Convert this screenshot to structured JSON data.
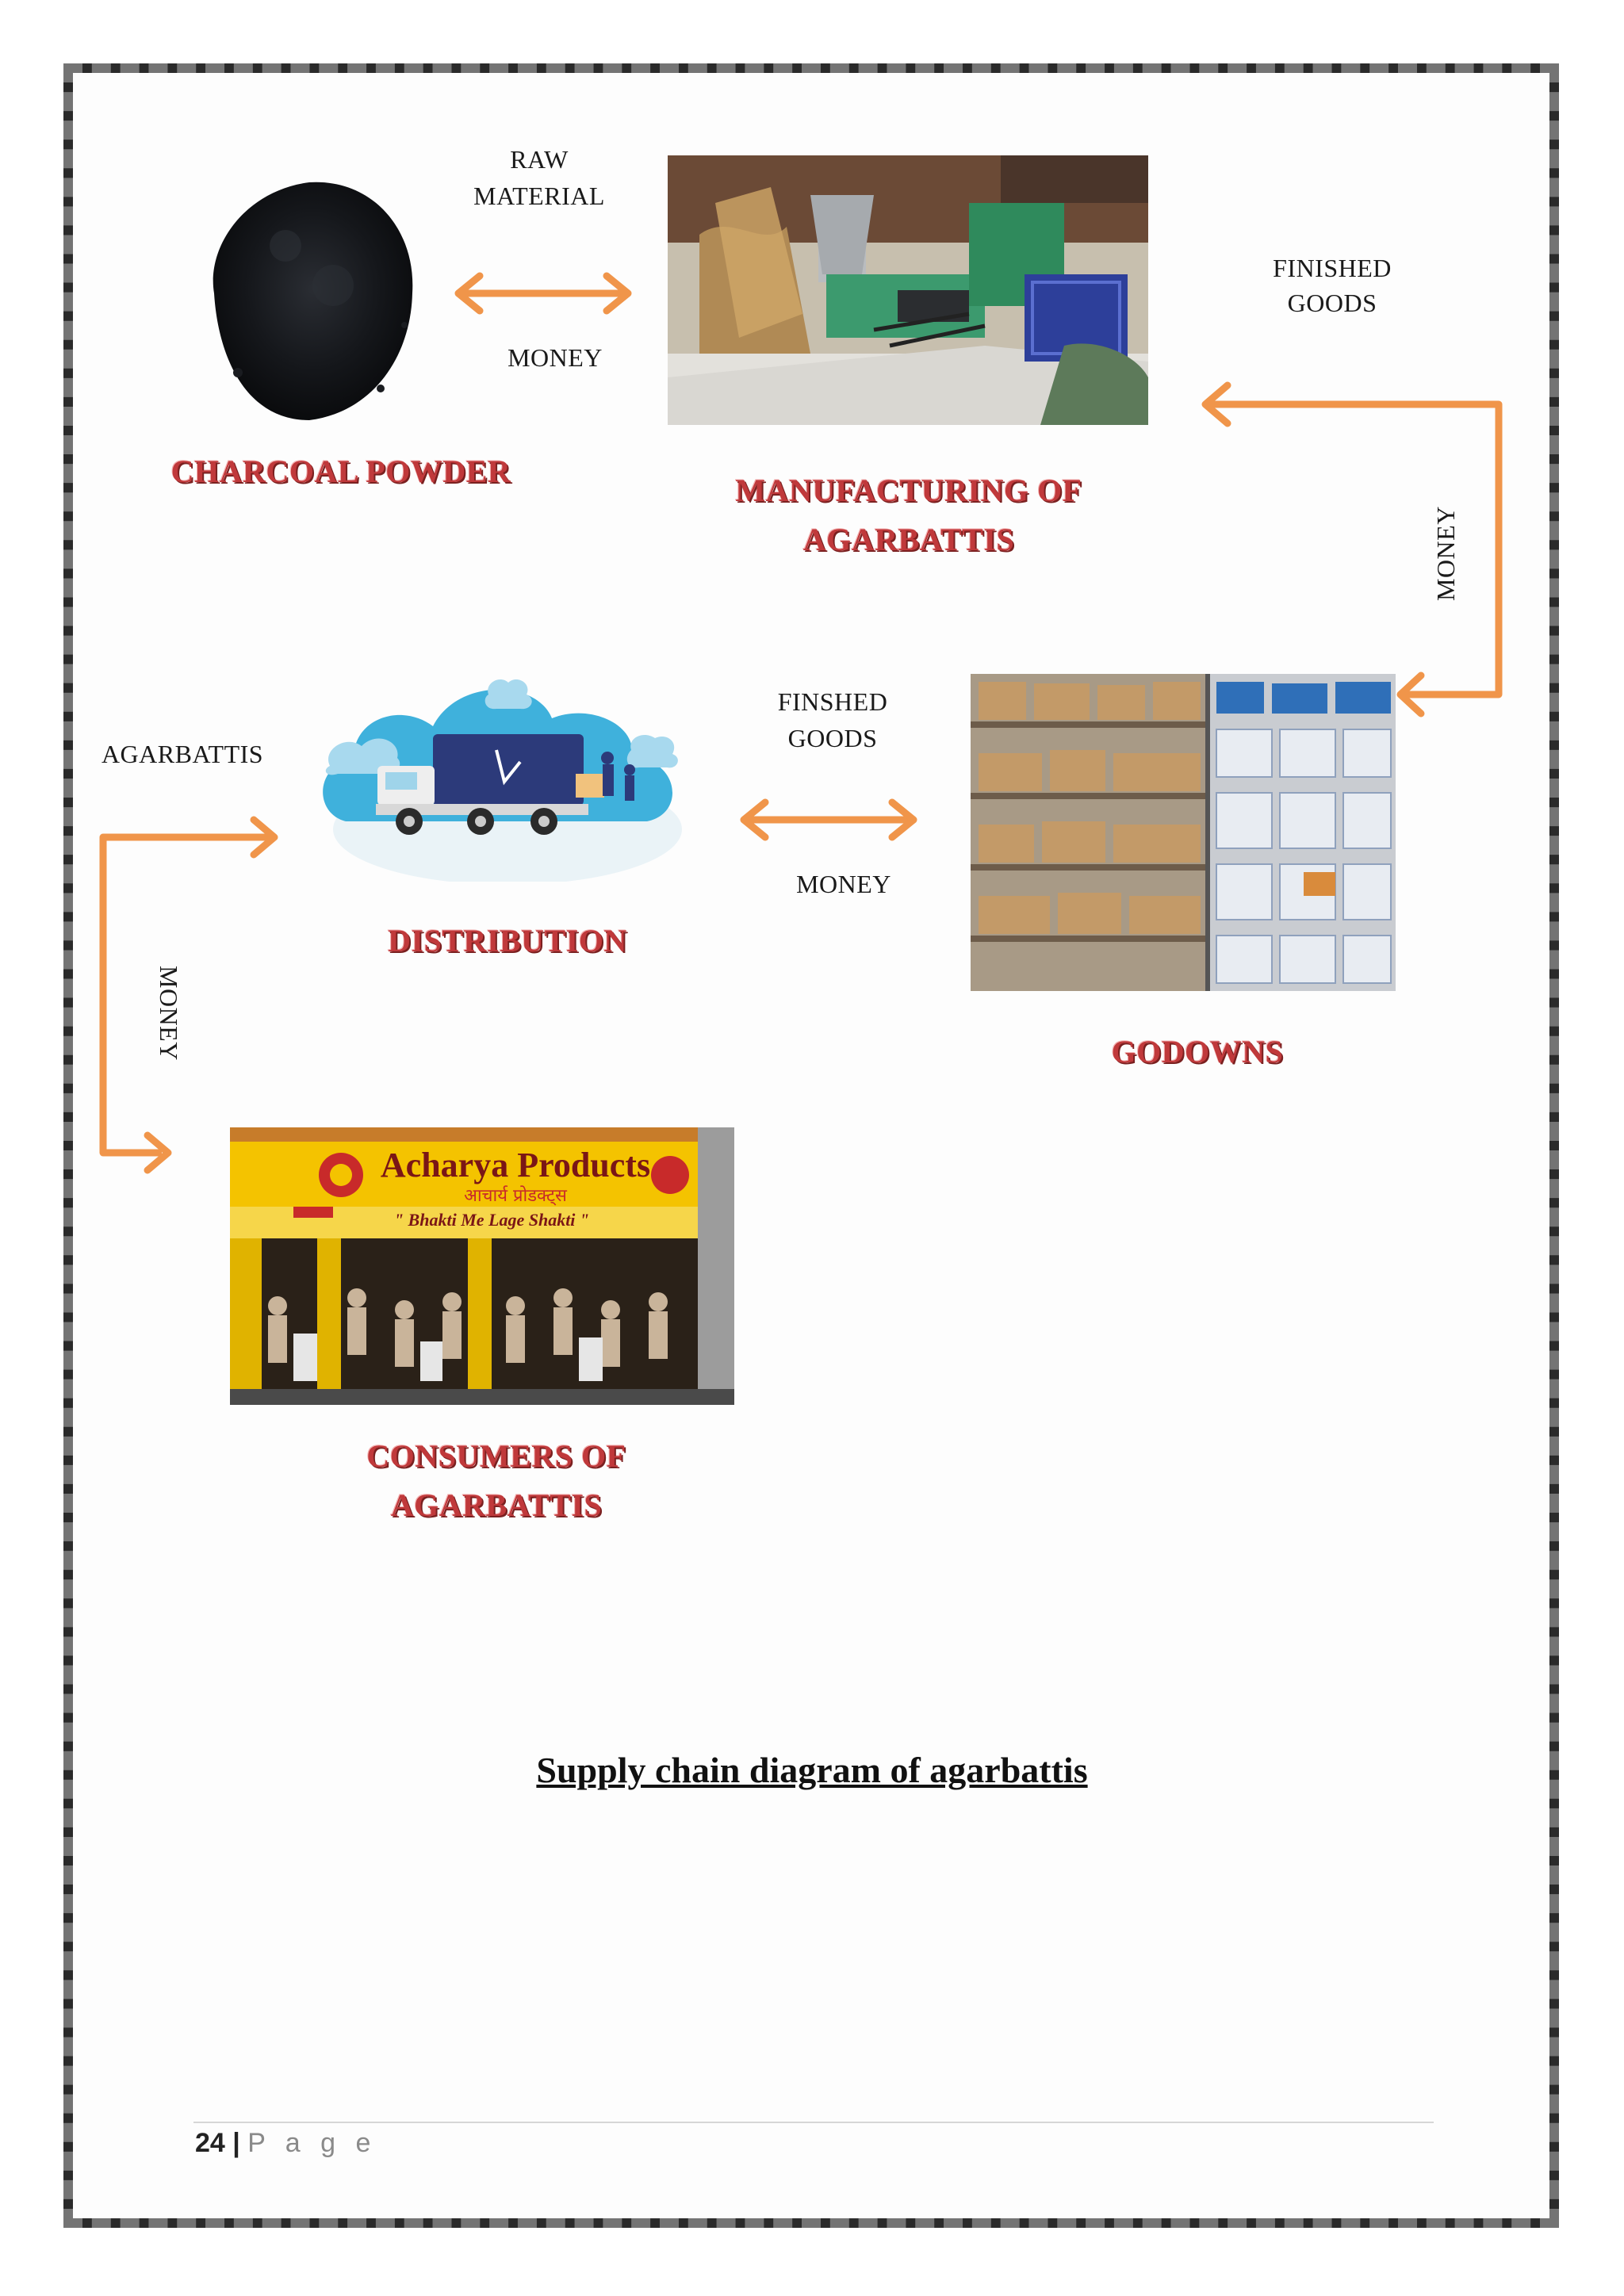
{
  "nodes": {
    "charcoal": "CHARCOAL POWDER",
    "manufacturing_line1": "MANUFACTURING OF",
    "manufacturing_line2": "AGARBATTIS",
    "distribution": "DISTRIBUTION",
    "godowns": "GODOWNS",
    "consumers_line1": "CONSUMERS OF",
    "consumers_line2": "AGARBATTIS"
  },
  "flows": {
    "raw_material_line1": "RAW",
    "raw_material_line2": "MATERIAL",
    "money_top": "MONEY",
    "finished_goods_line1": "FINISHED",
    "finished_goods_line2": "GOODS",
    "money_right": "MONEY",
    "finshed_goods_line1": "FINSHED",
    "finshed_goods_line2": "GOODS",
    "money_middle": "MONEY",
    "agarbattis": "AGARBATTIS",
    "money_left": "MONEY"
  },
  "shop_sign": {
    "name": "Acharya Products",
    "hindi": "आचार्य प्रोडक्ट्स",
    "tagline": "\" Bhakti Me Lage Shakti \""
  },
  "caption": "Supply chain diagram of agarbattis",
  "footer": {
    "page_number": "24",
    "separator": "|",
    "page_word": "P a g e"
  },
  "colors": {
    "arrow": "#f0954a",
    "node_title": "#c0393b",
    "border": "#2a2a2a"
  },
  "icons": [
    "charcoal-photo",
    "machine-photo",
    "truck-illustration",
    "warehouse-photo",
    "shop-photo"
  ]
}
